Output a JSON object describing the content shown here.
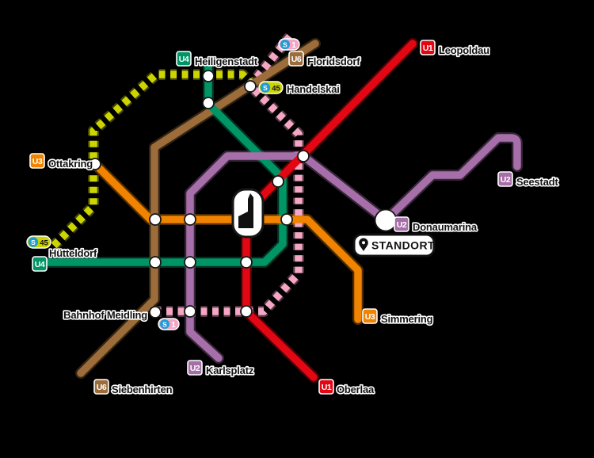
{
  "colors": {
    "u1": "#e30613",
    "u2": "#a76fa9",
    "u3": "#f08300",
    "u4": "#009565",
    "u6": "#9c6d3b",
    "s45_line": "#ccd500",
    "s1_line": "#f4a6c4",
    "sbahn_logo": "#1e9cd7",
    "background": "#000000",
    "station_fill": "#ffffff",
    "label_text": "#111111"
  },
  "lines": {
    "u1": {
      "badge": "U1"
    },
    "u2": {
      "badge": "U2"
    },
    "u3": {
      "badge": "U3"
    },
    "u4": {
      "badge": "U4"
    },
    "u6": {
      "badge": "U6"
    }
  },
  "sbahn": {
    "logo": "S",
    "s1_number": "1",
    "s45_number": "45"
  },
  "stations": {
    "heiligenstadt": "Heiligenstadt",
    "floridsdorf": "Floridsdorf",
    "leopoldau": "Leopoldau",
    "handelskai": "Handelskai",
    "seestadt": "Seestadt",
    "donaumarina": "Donaumarina",
    "ottakring": "Ottakring",
    "huetteldorf": "Hütteldorf",
    "bahnhof_meidling": "Bahnhof Meidling",
    "karlsplatz": "Karlsplatz",
    "siebenhirten": "Siebenhirten",
    "oberlaa": "Oberlaa",
    "simmering": "Simmering"
  },
  "location_marker": {
    "label": "STANDORT"
  }
}
